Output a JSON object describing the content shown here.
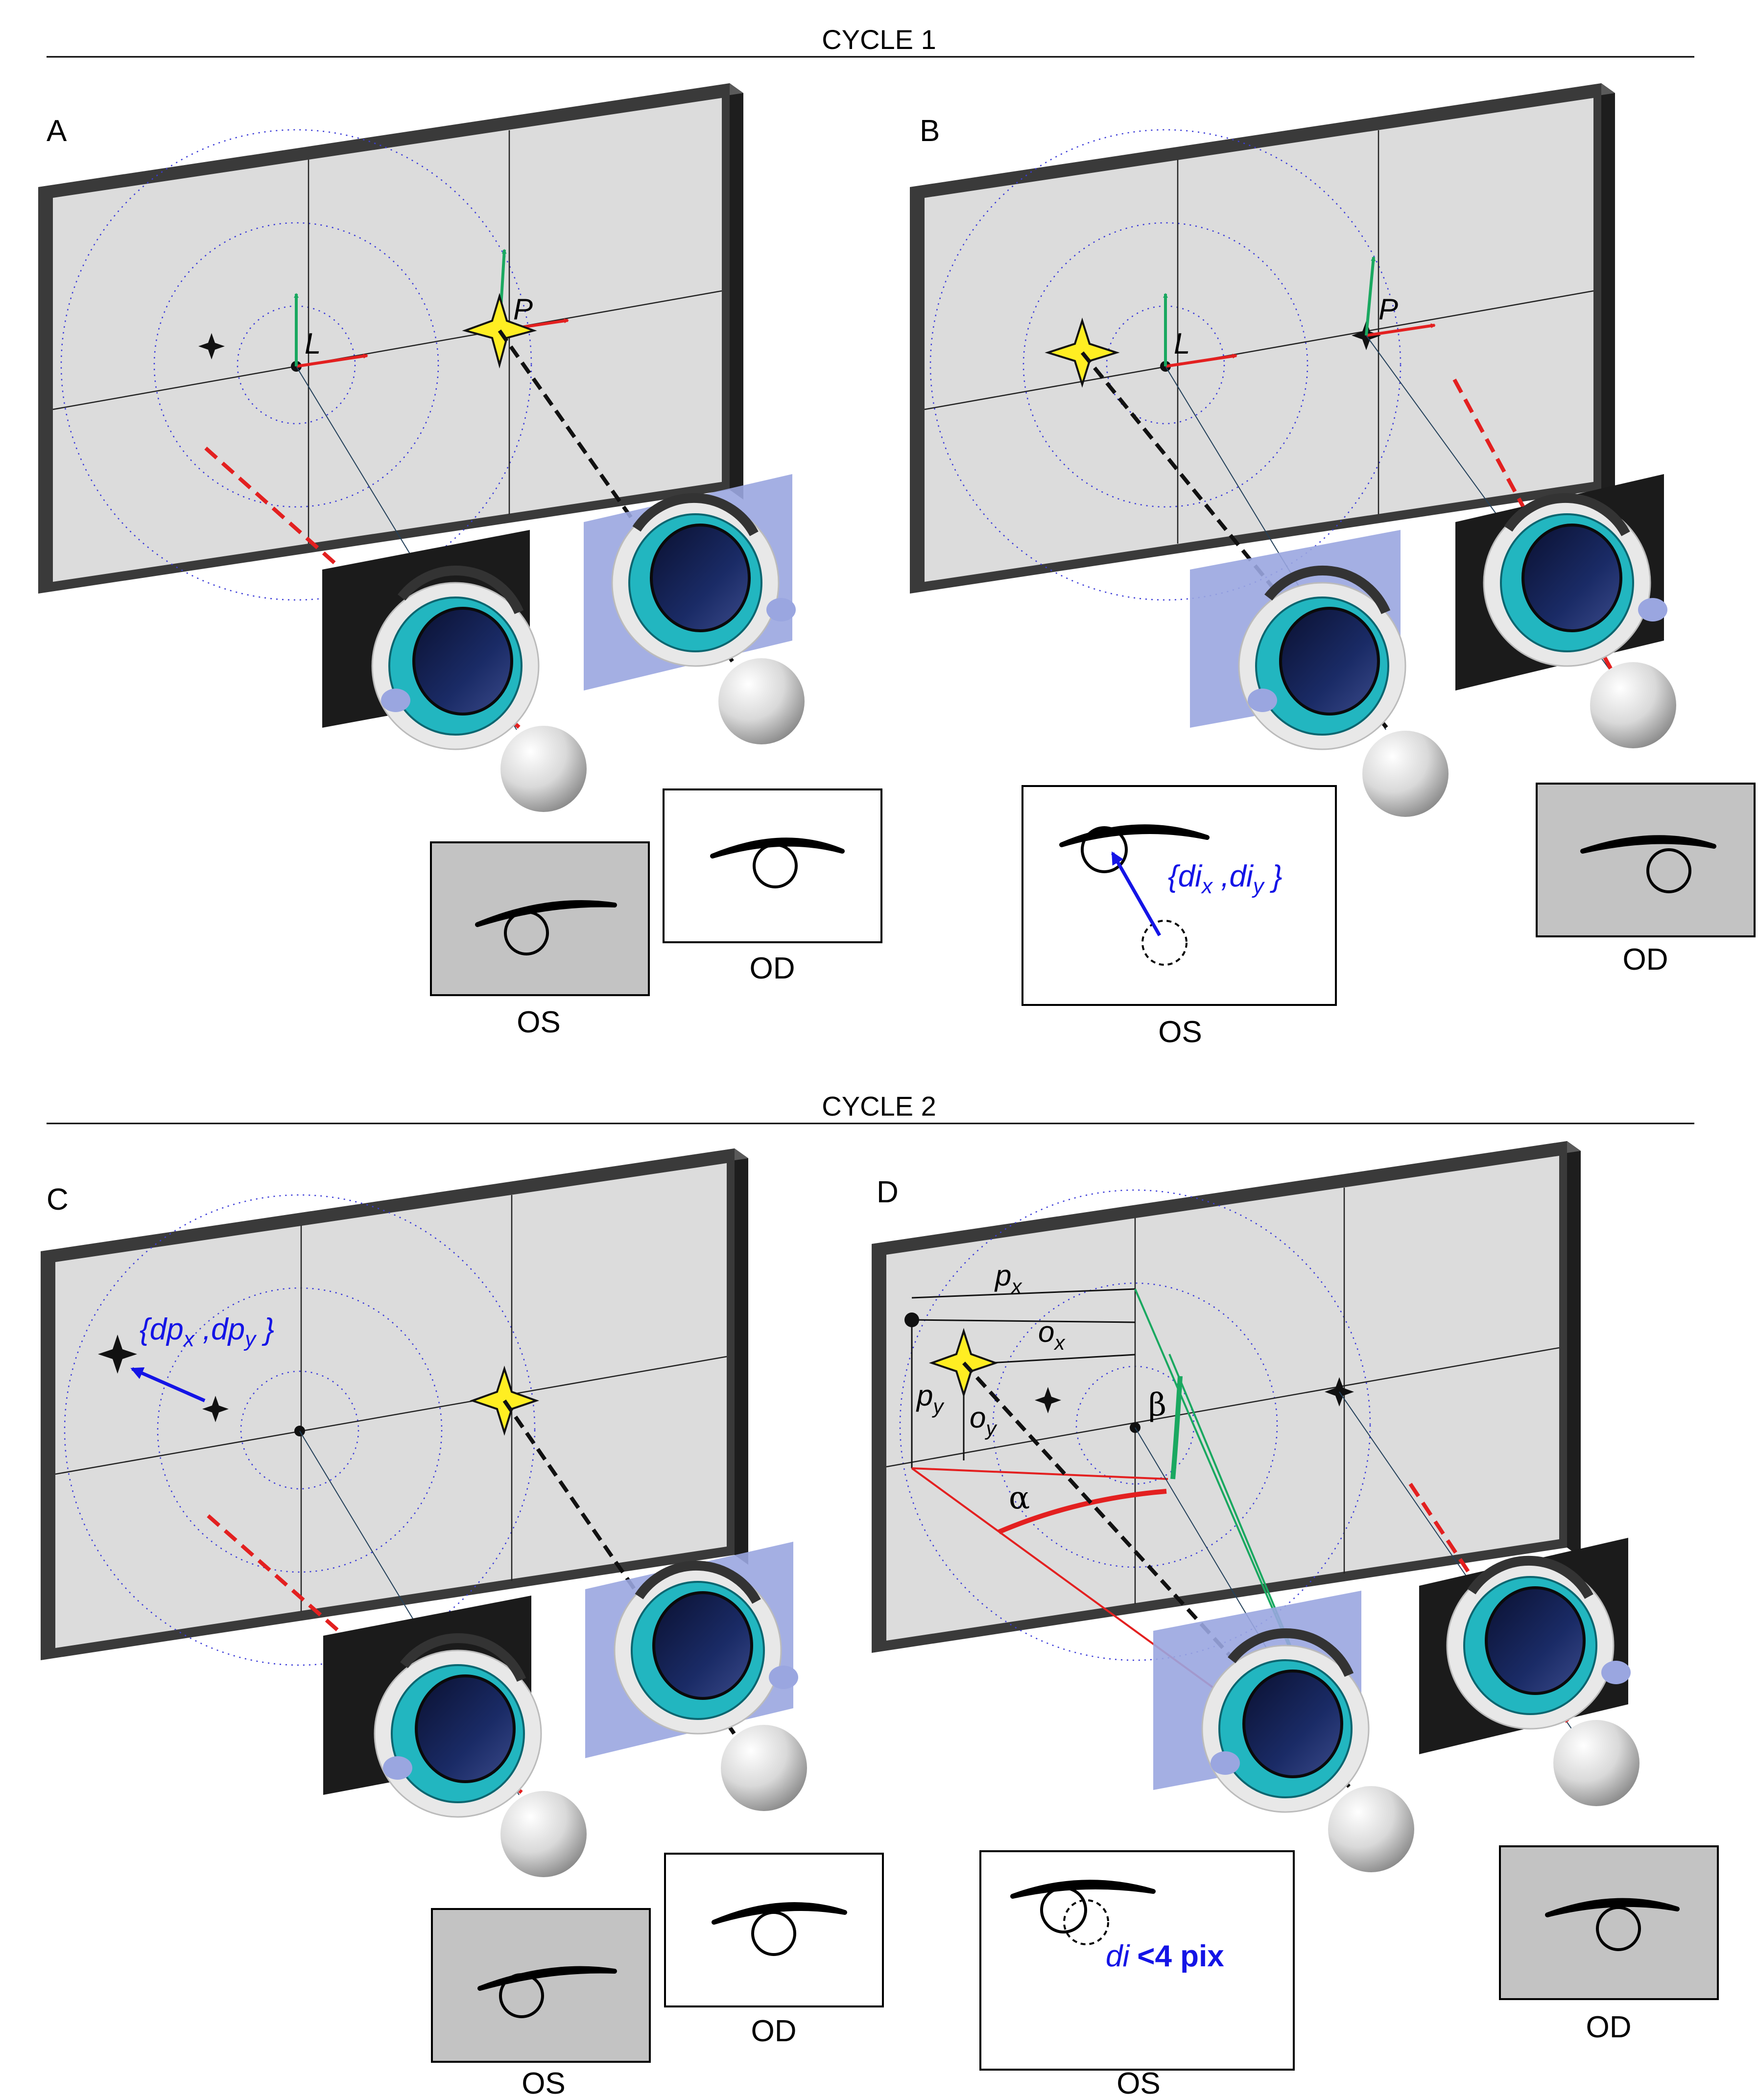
{
  "cycles": {
    "c1": {
      "title": "CYCLE 1"
    },
    "c2": {
      "title": "CYCLE 2"
    }
  },
  "panels": {
    "A": {
      "letter": "A",
      "point_L": "L",
      "point_P": "P",
      "os_label": "OS",
      "od_label": "OD"
    },
    "B": {
      "letter": "B",
      "point_L": "L",
      "point_P": "P",
      "os_label": "OS",
      "od_label": "OD",
      "offset_base": "di",
      "offset_x": "x",
      "offset_y": "y"
    },
    "C": {
      "letter": "C",
      "os_label": "OS",
      "od_label": "OD",
      "offset_base": "dp",
      "offset_x": "x",
      "offset_y": "y"
    },
    "D": {
      "letter": "D",
      "os_label": "OS",
      "od_label": "OD",
      "p": "p",
      "o": "o",
      "sub_x": "x",
      "sub_y": "y",
      "alpha": "α",
      "beta": "β",
      "di_label": "di",
      "di_threshold": "<4 pix"
    }
  },
  "colors": {
    "screen": "#dcdcdc",
    "frame": "#3a3a3a",
    "grid_circles": "#3c3cd8",
    "target": "#ffee22",
    "red": "#e32020",
    "green": "#1aa860",
    "blue": "#1414e6",
    "covered_eye": "#c3c3c3",
    "filter_plate": "#9aa6e0"
  },
  "icons": [
    "star-target-icon",
    "eye-drawing-icon",
    "sphere-eye-icon",
    "lens-optics-icon"
  ]
}
